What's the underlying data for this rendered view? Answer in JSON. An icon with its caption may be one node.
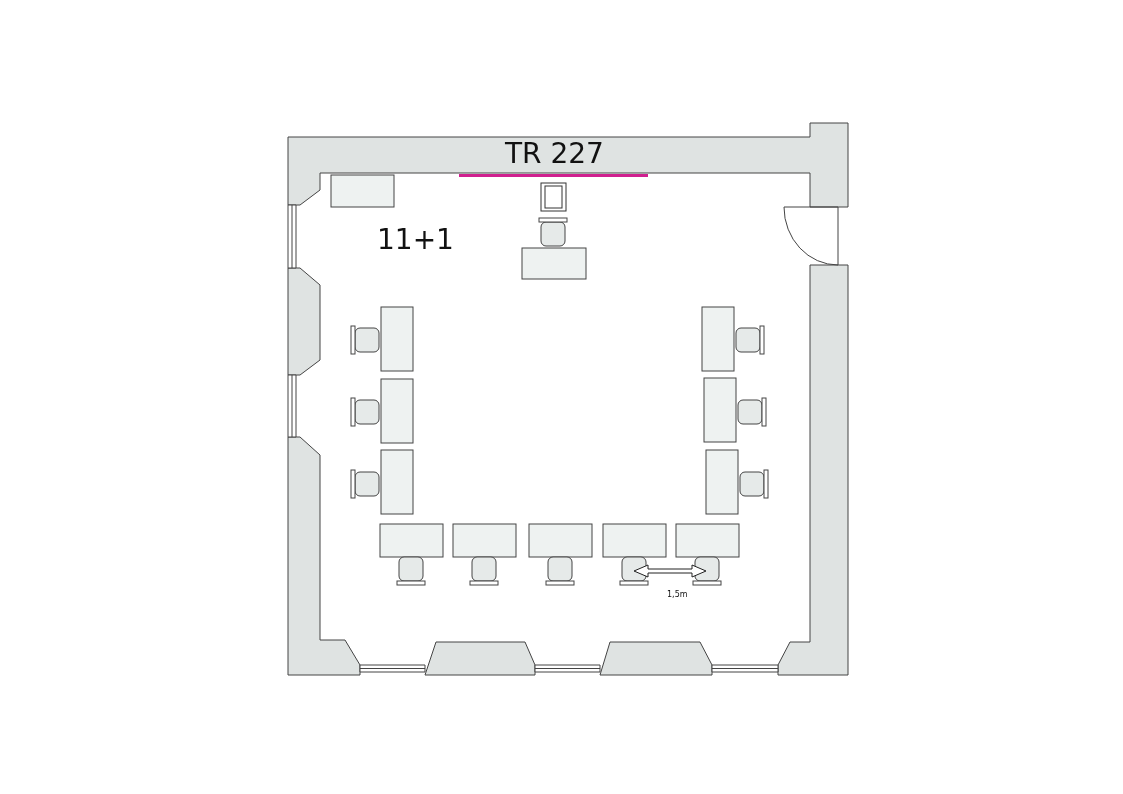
{
  "diagram": {
    "title": "TR 227",
    "labels": [
      "11+1",
      "1,5m"
    ]
  }
}
